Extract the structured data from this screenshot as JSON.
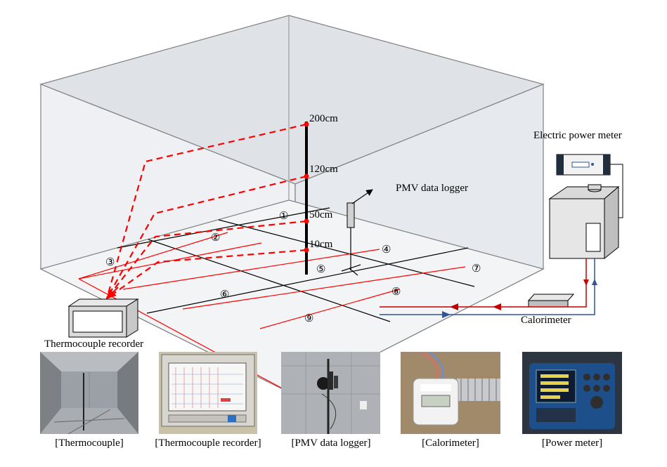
{
  "heights": [
    "200cm",
    "120cm",
    "50cm",
    "10cm"
  ],
  "points": [
    "①",
    "②",
    "③",
    "④",
    "⑤",
    "⑥",
    "⑦",
    "⑧",
    "⑨"
  ],
  "equipment": {
    "pmv_logger": "PMV data logger",
    "power_meter": "Electric power meter",
    "calorimeter": "Calorimeter",
    "thermocouple_recorder": "Thermocouple recorder"
  },
  "photos": [
    {
      "caption": "[Thermocouple]"
    },
    {
      "caption": "[Thermocouple recorder]"
    },
    {
      "caption": "[PMV data logger]"
    },
    {
      "caption": "[Calorimeter]"
    },
    {
      "caption": "[Power meter]"
    }
  ],
  "colors": {
    "measurement_lines": "#ff0000",
    "supply_pipe": "#c00000",
    "return_pipe": "#2f5597",
    "chamber_fill": "#eef0f3"
  }
}
